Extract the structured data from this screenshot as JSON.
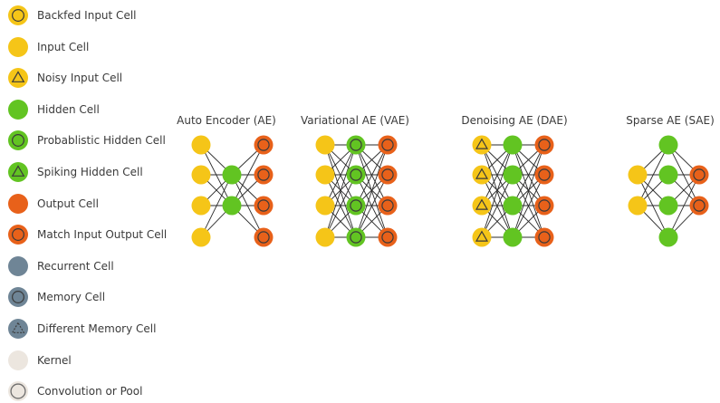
{
  "legend": [
    {
      "label": "Backfed Input Cell",
      "cell": "backfed-input"
    },
    {
      "label": "Input Cell",
      "cell": "input"
    },
    {
      "label": "Noisy Input Cell",
      "cell": "noisy-input"
    },
    {
      "label": "Hidden Cell",
      "cell": "hidden"
    },
    {
      "label": "Probablistic Hidden Cell",
      "cell": "probabilistic-hidden"
    },
    {
      "label": "Spiking Hidden Cell",
      "cell": "spiking-hidden"
    },
    {
      "label": "Output Cell",
      "cell": "output"
    },
    {
      "label": "Match Input Output Cell",
      "cell": "match-output"
    },
    {
      "label": "Recurrent Cell",
      "cell": "recurrent"
    },
    {
      "label": "Memory Cell",
      "cell": "memory"
    },
    {
      "label": "Different Memory Cell",
      "cell": "different-memory"
    },
    {
      "label": "Kernel",
      "cell": "kernel"
    },
    {
      "label": "Convolution or Pool",
      "cell": "convolution"
    }
  ],
  "colors": {
    "input": "#f5c518",
    "hidden": "#62c422",
    "output": "#e8611a",
    "recurrent": "#6f8596",
    "kernel": "#ece6df",
    "edge": "#2b2b2b"
  },
  "diagrams": [
    {
      "title": "Auto Encoder (AE)",
      "layers": [
        [
          "input",
          "input",
          "input",
          "input"
        ],
        [
          "hidden",
          "hidden"
        ],
        [
          "match-output",
          "match-output",
          "match-output",
          "match-output"
        ]
      ]
    },
    {
      "title": "Variational AE (VAE)",
      "layers": [
        [
          "input",
          "input",
          "input",
          "input"
        ],
        [
          "probabilistic-hidden",
          "probabilistic-hidden",
          "probabilistic-hidden",
          "probabilistic-hidden"
        ],
        [
          "match-output",
          "match-output",
          "match-output",
          "match-output"
        ]
      ]
    },
    {
      "title": "Denoising AE (DAE)",
      "layers": [
        [
          "noisy-input",
          "noisy-input",
          "noisy-input",
          "noisy-input"
        ],
        [
          "hidden",
          "hidden",
          "hidden",
          "hidden"
        ],
        [
          "match-output",
          "match-output",
          "match-output",
          "match-output"
        ]
      ]
    },
    {
      "title": "Sparse AE (SAE)",
      "layers": [
        [
          "input",
          "input"
        ],
        [
          "hidden",
          "hidden",
          "hidden",
          "hidden"
        ],
        [
          "match-output",
          "match-output"
        ]
      ]
    }
  ]
}
